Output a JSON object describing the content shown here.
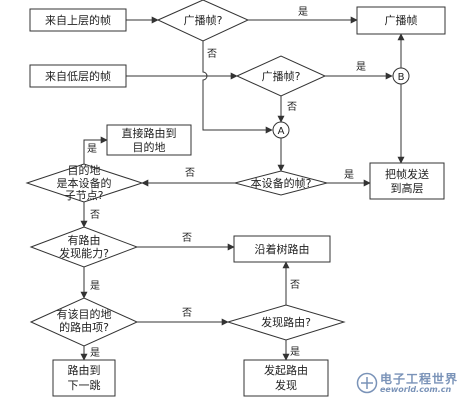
{
  "nodes": {
    "from_upper": "来自上层的帧",
    "from_lower": "来自低层的帧",
    "is_broadcast_1": "广播帧?",
    "broadcast": "广播帧",
    "is_broadcast_2": "广播帧?",
    "connector_a": "A",
    "connector_b": "B",
    "direct_route_line1": "直接路由到",
    "direct_route_line2": "目的地",
    "is_child_line1": "目的地",
    "is_child_line2": "是本设备的",
    "is_child_line3": "子节点?",
    "is_own_frame": "本设备的帧?",
    "send_up_line1": "把帧发送",
    "send_up_line2": "到高层",
    "has_routing_line1": "有路由",
    "has_routing_line2": "发现能力?",
    "tree_route": "沿着树路由",
    "has_entry_line1": "有该目的地",
    "has_entry_line2": "的路由项?",
    "route_discovery": "发现路由?",
    "next_hop_line1": "路由到",
    "next_hop_line2": "下一跳",
    "start_discovery_line1": "发起路由",
    "start_discovery_line2": "发现"
  },
  "edge_labels": {
    "yes": "是",
    "no": "否"
  },
  "watermark": {
    "cn": "电子工程世界",
    "en": "eeworld.com.cn"
  }
}
